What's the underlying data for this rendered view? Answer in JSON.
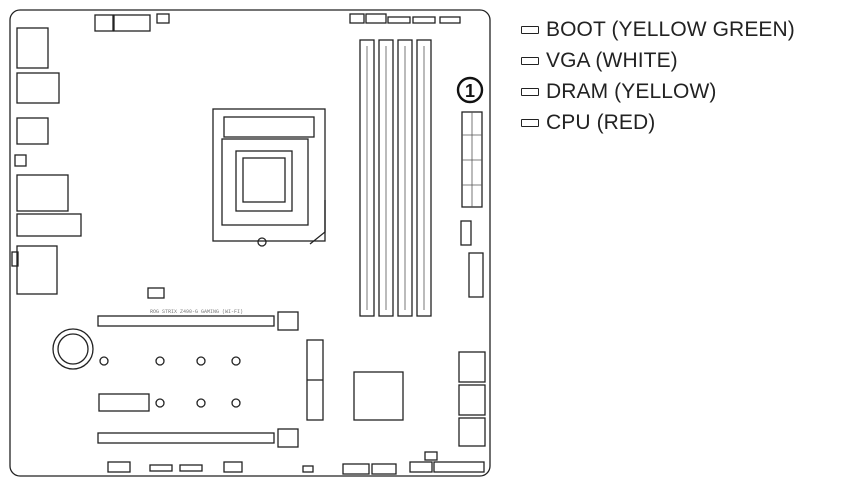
{
  "legend": {
    "items": [
      {
        "label": "BOOT (YELLOW GREEN)",
        "icon": "led-icon"
      },
      {
        "label": "VGA (WHITE)",
        "icon": "led-icon"
      },
      {
        "label": "DRAM (YELLOW)",
        "icon": "led-icon"
      },
      {
        "label": "CPU (RED)",
        "icon": "led-icon"
      }
    ]
  },
  "callout": {
    "number": "1"
  },
  "board": {
    "silkscreen": "ROG STRIX Z490-G GAMING (WI-FI)"
  },
  "colors": {
    "line": "#222222",
    "board_fill": "#ffffff",
    "thin_line": "#555555"
  }
}
